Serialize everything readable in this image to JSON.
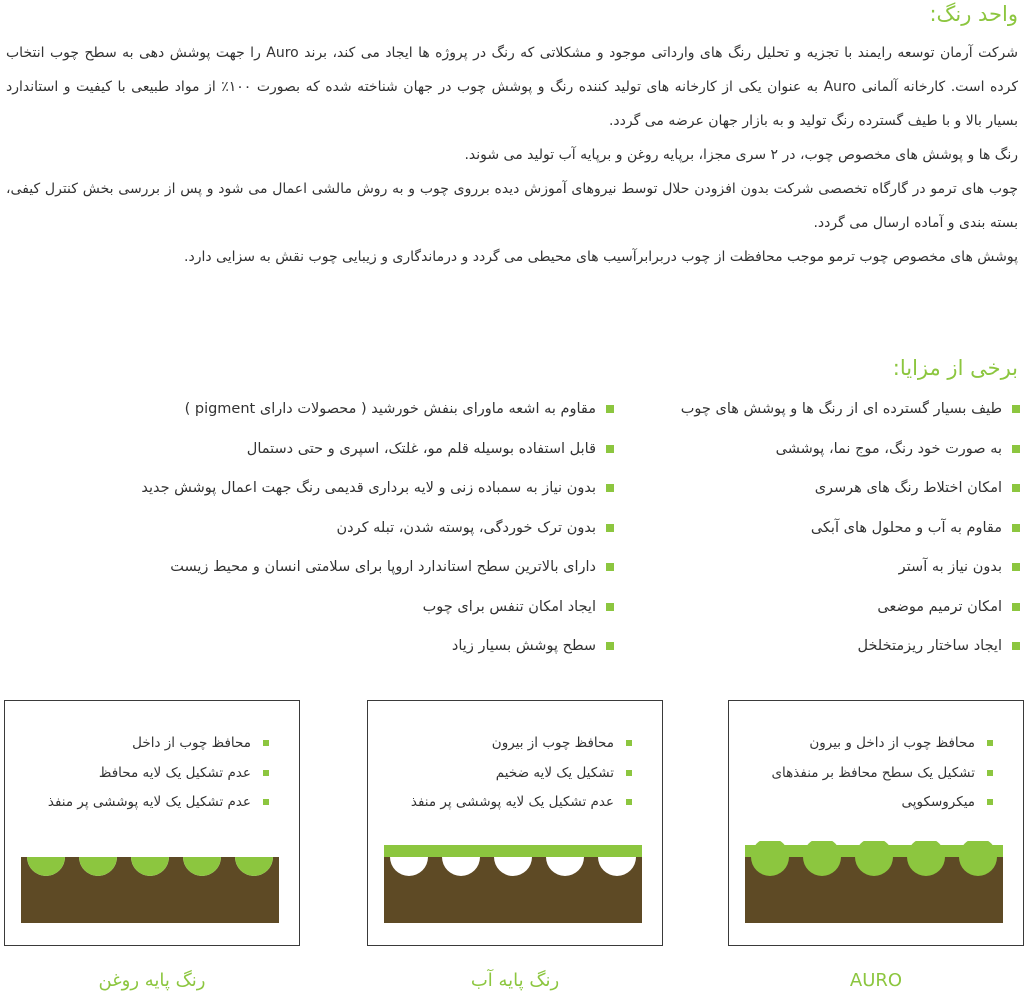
{
  "colors": {
    "accent": "#8cc63f",
    "wood": "#5e4a25",
    "border": "#3a3a3a",
    "text": "#333333"
  },
  "section_unit": {
    "heading": "واحد رنگ:",
    "paragraphs": [
      "شرکت آرمان توسعه رایمند با تجزیه و تحلیل رنگ های وارداتی موجود و مشکلاتی که رنگ در پروژه ها ایجاد می کند، برند Auro را جهت پوشش دهی به سطح چوب انتخاب کرده است. کارخانه آلمانی Auro به عنوان یکی از کارخانه های تولید کننده رنگ و پوشش چوب در جهان شناخته شده که بصورت ۱۰۰٪ از مواد طبیعی با کیفیت و استاندارد بسیار بالا و با طیف گسترده رنگ تولید و به بازار جهان عرضه می گردد.",
      "رنگ ها و پوشش های مخصوص چوب، در ۲ سری مجزا، برپایه روغن و برپایه آب تولید می شوند.",
      "چوب های ترمو در گارگاه تخصصی شرکت بدون افزودن حلال توسط نیروهای آموزش دیده برروی چوب و به روش مالشی اعمال می شود و پس از بررسی بخش کنترل کیفی، بسته بندی و آماده ارسال می گردد.",
      "پوشش های مخصوص چوب ترمو موجب محافظت از چوب دربرابرآسیب های محیطی می گردد و درماندگاری و زیبایی چوب نقش به سزایی دارد."
    ]
  },
  "section_benefits": {
    "heading": "برخی از مزایا:",
    "col_right": [
      "طیف بسیار گسترده ای از رنگ ها و پوشش های چوب",
      "به صورت خود رنگ، موج نما، پوششی",
      "امکان اختلاط رنگ های هرسری",
      "مقاوم به آب و محلول های آبکی",
      "بدون نیاز به آستر",
      "امکان ترمیم موضعی",
      "ایجاد ساختار ریزمتخلخل"
    ],
    "col_left": [
      "مقاوم به اشعه ماورای بنفش خورشید ( محصولات دارای pigment )",
      "قابل استفاده بوسیله قلم مو، غلتک، اسپری و حتی دستمال",
      "بدون نیاز به سمباده زنی و لایه برداری قدیمی رنگ جهت اعمال پوشش جدید",
      "بدون ترک خوردگی، پوسته شدن، تبله کردن",
      "دارای بالاترین سطح استاندارد اروپا برای سلامتی انسان و محیط زیست",
      "ایجاد امکان تنفس برای چوب",
      "سطح پوشش بسیار زیاد"
    ]
  },
  "panels": [
    {
      "caption": "AURO",
      "items": [
        "محافظ چوب از داخل و بیرون",
        "تشکیل یک سطح محافظ بر منفذهای",
        "میکروسکوپی"
      ]
    },
    {
      "caption": "رنگ پایه آب",
      "items": [
        "محافظ چوب از بیرون",
        "تشکیل یک لایه ضخیم",
        "عدم تشکیل یک لایه پوششی پر منفذ"
      ]
    },
    {
      "caption": "رنگ پایه روغن",
      "items": [
        "محافظ چوب از داخل",
        "عدم تشکیل یک لایه محافظ",
        "عدم تشکیل یک لایه پوششی پر منفذ"
      ]
    }
  ]
}
